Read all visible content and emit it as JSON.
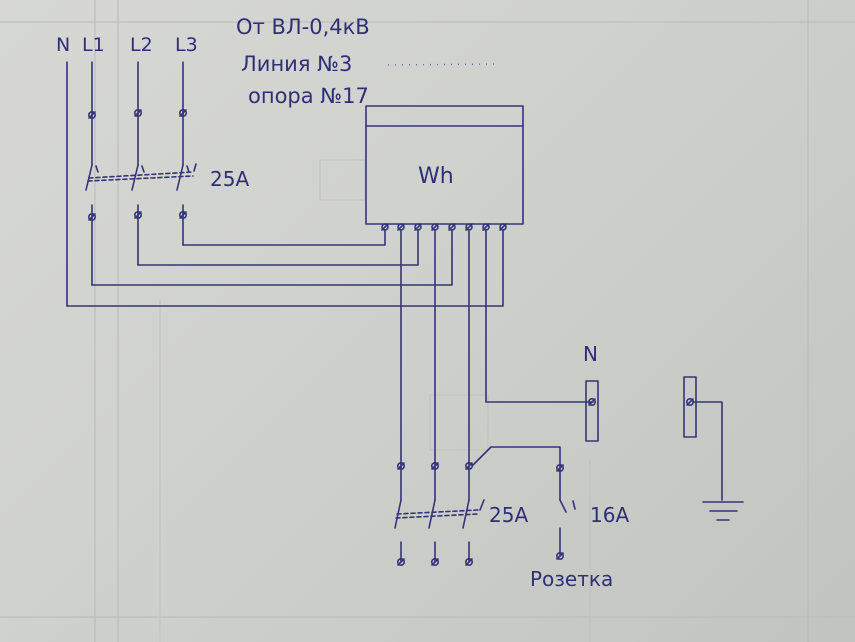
{
  "labels": {
    "n": "N",
    "l1": "L1",
    "l2": "L2",
    "l3": "L3",
    "header_line1": "От ВЛ-0,4кВ",
    "header_line2": "Линия №3",
    "header_line3": "опора №17",
    "meter": "Wh",
    "main_breaker_rating": "25A",
    "out_breaker_rating": "25A",
    "socket_breaker_rating": "16A",
    "neutral_bus": "N",
    "socket": "Розетка"
  },
  "colors": {
    "ink": "#34347a",
    "paper": "#d3d5d1"
  }
}
